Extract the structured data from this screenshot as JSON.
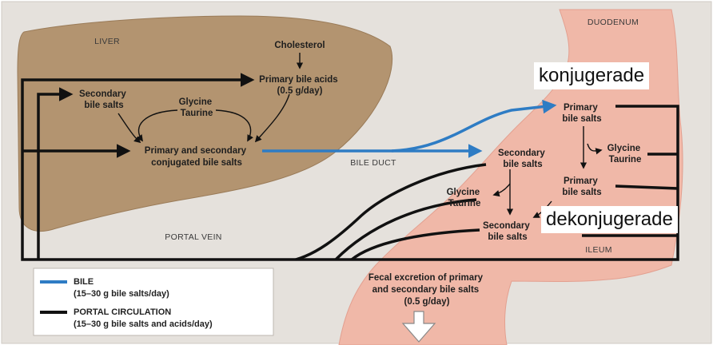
{
  "colors": {
    "background": "#e5e1dc",
    "liver": "#b39470",
    "intestine": "#f0b8a8",
    "bile_path": "#2e7cc4",
    "portal_path": "#111111"
  },
  "regions": {
    "liver": "LIVER",
    "duodenum": "DUODENUM",
    "ileum": "ILEUM",
    "portal_vein": "PORTAL VEIN",
    "bile_duct": "BILE DUCT"
  },
  "nodes": {
    "cholesterol": "Cholesterol",
    "primary_bile_acids": [
      "Primary bile acids",
      "(0.5 g/day)"
    ],
    "secondary_bile_salts_liver": [
      "Secondary",
      "bile salts"
    ],
    "glycine_taurine_liver": [
      "Glycine",
      "Taurine"
    ],
    "conjugated": [
      "Primary and secondary",
      "conjugated bile salts"
    ],
    "primary_bile_salts_duo": [
      "Primary",
      "bile salts"
    ],
    "glycine_taurine_right": [
      "Glycine",
      "Taurine"
    ],
    "secondary_bile_salts_int": [
      "Secondary",
      "bile salts"
    ],
    "primary_bile_salts_lower": [
      "Primary",
      "bile salts"
    ],
    "glycine_taurine_mid": [
      "Glycine",
      "Taurine"
    ],
    "secondary_bile_salts_lower": [
      "Secondary",
      "bile salts"
    ],
    "fecal": [
      "Fecal excretion of primary",
      "and secondary bile salts",
      "(0.5 g/day)"
    ]
  },
  "legend": {
    "bile": [
      "BILE",
      "(15–30 g bile salts/day)"
    ],
    "portal": [
      "PORTAL CIRCULATION",
      "(15–30 g bile salts and acids/day)"
    ]
  },
  "overlays": {
    "konjugerade": "konjugerade",
    "dekonjugerade": "dekonjugerade"
  }
}
